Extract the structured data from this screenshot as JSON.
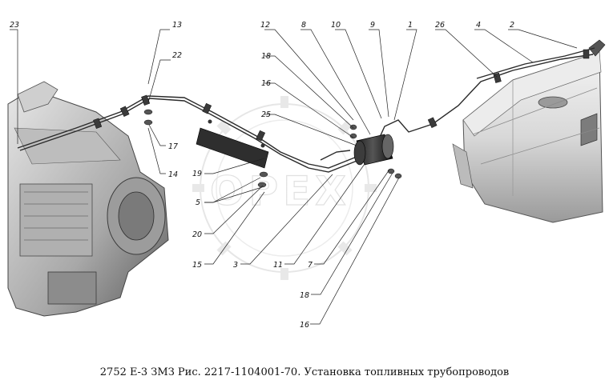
{
  "caption": "2752 Е-3 ЗМЗ Рис. 2217-1104001-70. Установка топливных трубопроводов",
  "watermark": "OPEX",
  "callouts": [
    {
      "id": "c-23",
      "label": "23"
    },
    {
      "id": "c-13",
      "label": "13"
    },
    {
      "id": "c-22",
      "label": "22"
    },
    {
      "id": "c-17",
      "label": "17"
    },
    {
      "id": "c-14",
      "label": "14"
    },
    {
      "id": "c-12",
      "label": "12"
    },
    {
      "id": "c-8",
      "label": "8"
    },
    {
      "id": "c-10",
      "label": "10"
    },
    {
      "id": "c-9",
      "label": "9"
    },
    {
      "id": "c-1",
      "label": "1"
    },
    {
      "id": "c-26",
      "label": "26"
    },
    {
      "id": "c-4",
      "label": "4"
    },
    {
      "id": "c-2",
      "label": "2"
    },
    {
      "id": "c-18a",
      "label": "18"
    },
    {
      "id": "c-16a",
      "label": "16"
    },
    {
      "id": "c-25",
      "label": "25"
    },
    {
      "id": "c-19",
      "label": "19"
    },
    {
      "id": "c-5",
      "label": "5"
    },
    {
      "id": "c-20",
      "label": "20"
    },
    {
      "id": "c-15",
      "label": "15"
    },
    {
      "id": "c-3",
      "label": "3"
    },
    {
      "id": "c-11",
      "label": "11"
    },
    {
      "id": "c-7",
      "label": "7"
    },
    {
      "id": "c-18b",
      "label": "18"
    },
    {
      "id": "c-16b",
      "label": "16"
    }
  ]
}
